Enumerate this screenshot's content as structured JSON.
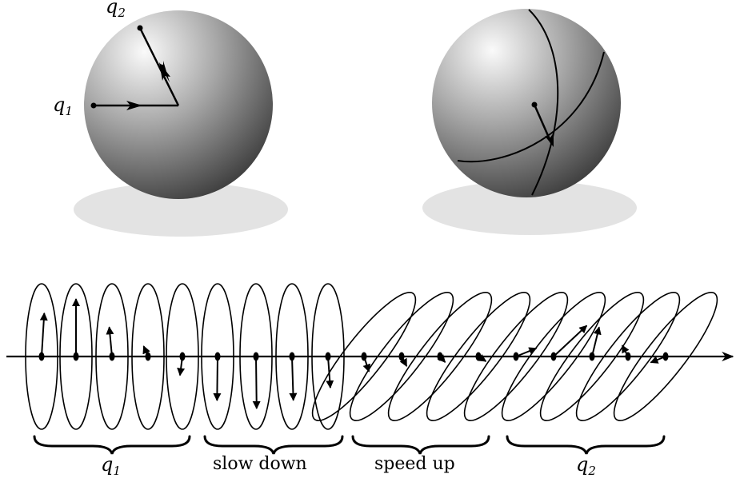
{
  "labels": {
    "q1_top": "q",
    "q1_top_sub": "1",
    "q2_top": "q",
    "q2_top_sub": "2",
    "group_q1": "q",
    "group_q1_sub": "1",
    "group_slow": "slow down",
    "group_speed": "speed up",
    "group_q2": "q",
    "group_q2_sub": "2"
  },
  "colors": {
    "ink": "#000000",
    "shadow": "#e3e3e3",
    "sphere_light": "#fafafa",
    "sphere_mid": "#a8a8a8",
    "sphere_dark": "#3c3c3c"
  },
  "fiber_bundle": {
    "note_groups": [
      "q1",
      "slow down",
      "speed up",
      "q2"
    ],
    "vectors": [
      {
        "angle_deg": 80,
        "length": 0.55
      },
      {
        "angle_deg": 90,
        "length": 0.72
      },
      {
        "angle_deg": 105,
        "length": 0.38
      },
      {
        "angle_deg": 140,
        "length": 0.2
      },
      {
        "angle_deg": 250,
        "length": 0.25
      },
      {
        "angle_deg": 268,
        "length": 0.55
      },
      {
        "angle_deg": 272,
        "length": 0.65
      },
      {
        "angle_deg": 275,
        "length": 0.55
      },
      {
        "angle_deg": 282,
        "length": 0.4
      },
      {
        "angle_deg": 290,
        "length": 0.2
      },
      {
        "angle_deg": 300,
        "length": 0.14
      },
      {
        "angle_deg": 315,
        "length": 0.1
      },
      {
        "angle_deg": 330,
        "length": 0.12
      },
      {
        "angle_deg": 20,
        "length": 0.3
      },
      {
        "angle_deg": 40,
        "length": 0.6
      },
      {
        "angle_deg": 75,
        "length": 0.38
      },
      {
        "angle_deg": 120,
        "length": 0.16
      },
      {
        "angle_deg": 200,
        "length": 0.22
      }
    ]
  }
}
